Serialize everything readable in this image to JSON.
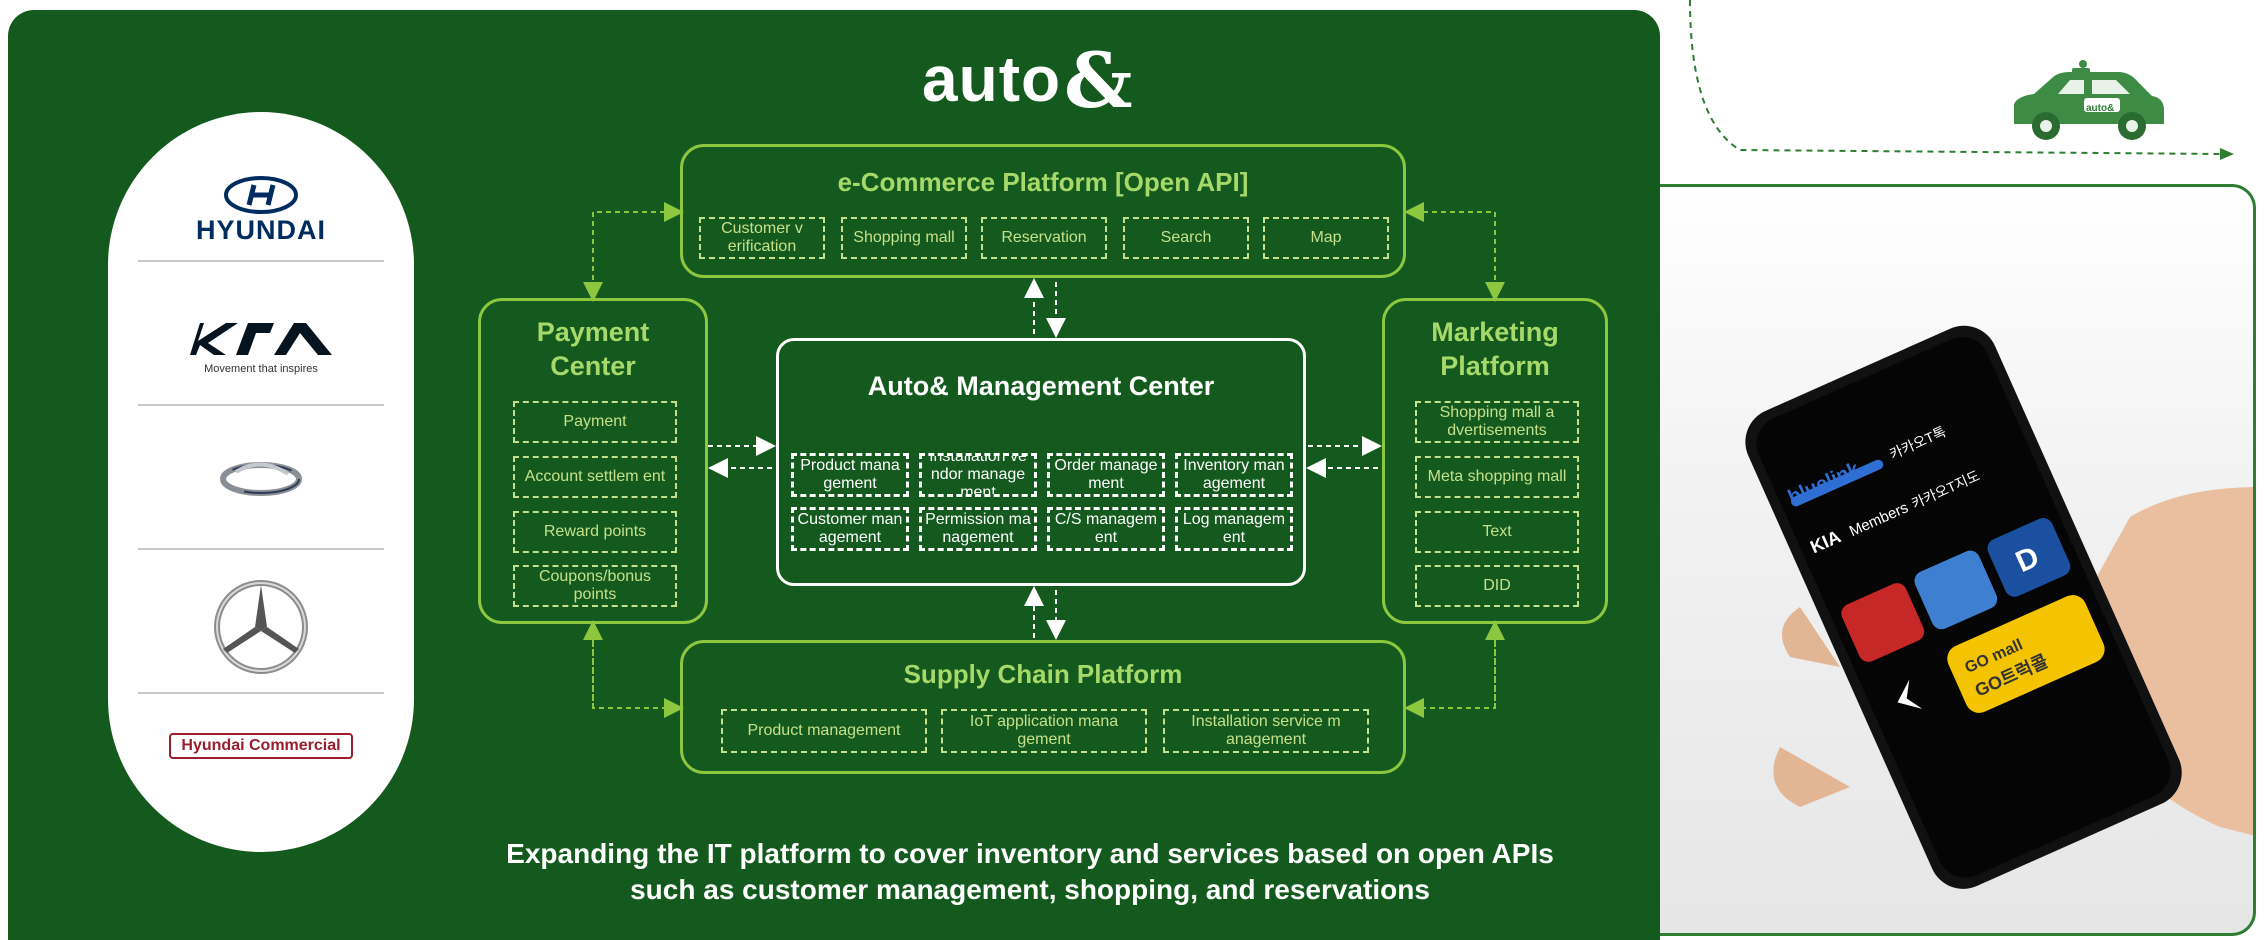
{
  "logo": {
    "word": "auto",
    "amp": "&"
  },
  "brands": {
    "hyundai": "HYUNDAI",
    "kia_word": "KIA",
    "kia_tagline": "Movement that inspires",
    "hyundai_commercial": "Hyundai Commercial"
  },
  "ecommerce": {
    "title": "e-Commerce  Platform  [Open API]",
    "chips": [
      "Customer v erification",
      "Shopping mall",
      "Reservation",
      "Search",
      "Map"
    ]
  },
  "payment": {
    "title_line1": "Payment",
    "title_line2": "Center",
    "chips": [
      "Payment",
      "Account settlem ent",
      "Reward points",
      "Coupons/bonus points"
    ]
  },
  "management": {
    "title": "Auto& Management Center",
    "chips": [
      "Product mana gement",
      "Installation ve ndor manage ment",
      "Order manage ment",
      "Inventory man agement",
      "Customer man agement",
      "Permission ma nagement",
      "C/S managem ent",
      "Log managem ent"
    ]
  },
  "marketing": {
    "title_line1": "Marketing",
    "title_line2": "Platform",
    "chips": [
      "Shopping mall a dvertisements",
      "Meta shopping mall",
      "Text",
      "DID"
    ]
  },
  "supply": {
    "title": "Supply  Chain Platform",
    "chips": [
      "Product management",
      "IoT application mana gement",
      "Installation service m anagement"
    ]
  },
  "caption": {
    "line1": "Expanding the IT platform to cover inventory and services based on open APIs",
    "line2": "such as customer management, shopping, and reservations"
  },
  "car_badge": "auto&",
  "phone": {
    "bluelink": "bluelink",
    "kakao_top": "카카오T톡",
    "kia_members": "Members",
    "kakao_bottom": "카카오T지도",
    "gomall_en": "GO mall",
    "gomall_kr": "GO트럭콜"
  },
  "colors": {
    "panel": "#145A1E",
    "accent": "#8DC63F",
    "chip_text": "#C5E08B"
  }
}
